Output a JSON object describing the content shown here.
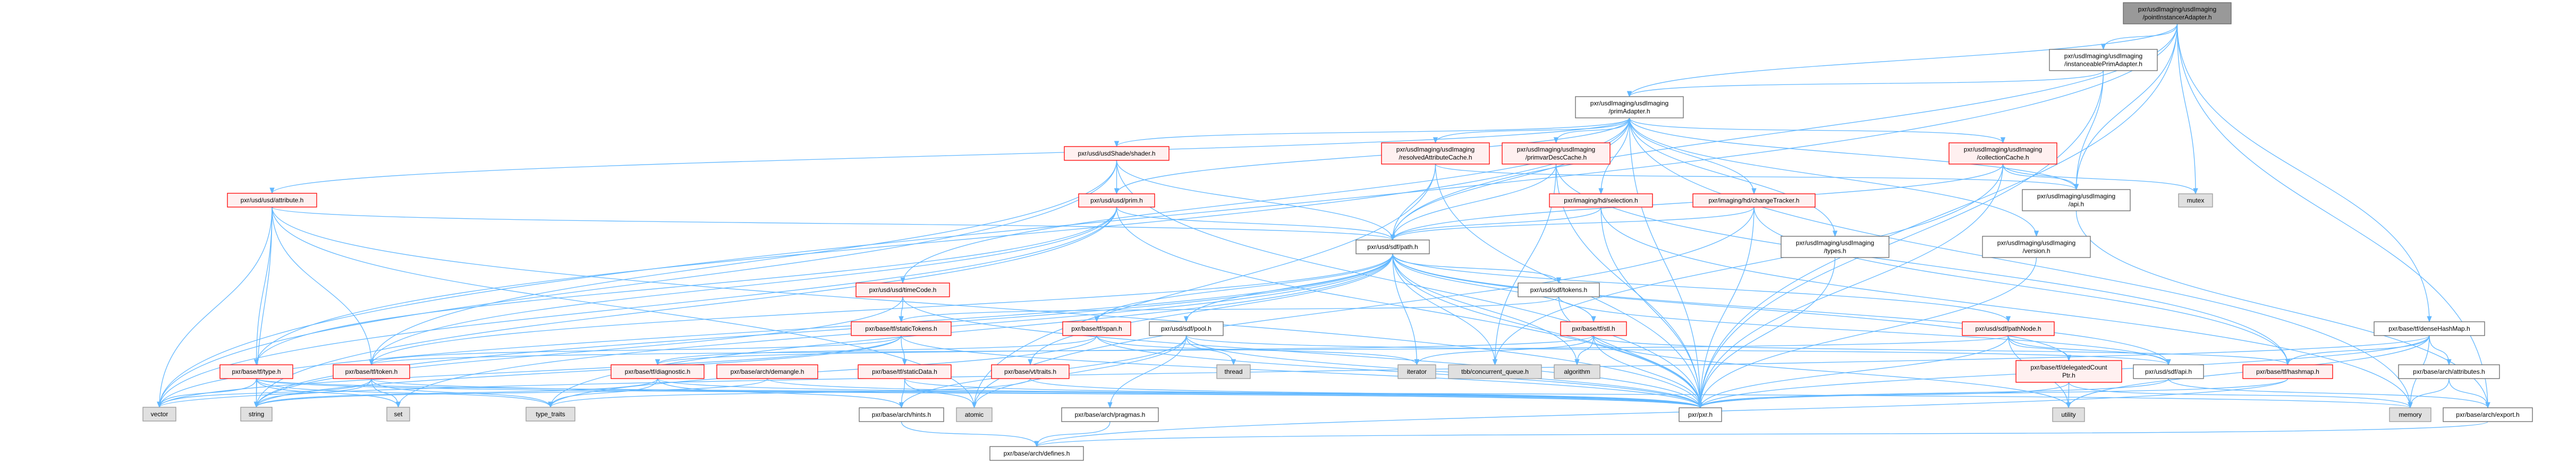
{
  "title": "pxr/usdImaging/usdImaging/pointInstancerAdapter.h",
  "colors": {
    "edge": "#63b8ff",
    "root_fill": "#999999",
    "red_border": "#ff0000",
    "red_fill": "#fff0f0",
    "system_fill": "#e0e0e0"
  },
  "nodes": [
    {
      "id": "pointInstancerAdapter",
      "kind": "root",
      "lines": [
        "pxr/usdImaging/usdImaging",
        "/pointInstancerAdapter.h"
      ]
    },
    {
      "id": "instanceablePrimAdapter",
      "kind": "white",
      "lines": [
        "pxr/usdImaging/usdImaging",
        "/instanceablePrimAdapter.h"
      ]
    },
    {
      "id": "primAdapter",
      "kind": "white",
      "lines": [
        "pxr/usdImaging/usdImaging",
        "/primAdapter.h"
      ]
    },
    {
      "id": "usdImagingApi",
      "kind": "white",
      "lines": [
        "pxr/usdImaging/usdImaging",
        "/api.h"
      ]
    },
    {
      "id": "mutex",
      "kind": "sys",
      "lines": [
        "mutex"
      ]
    },
    {
      "id": "collectionCache",
      "kind": "red",
      "lines": [
        "pxr/usdImaging/usdImaging",
        "/collectionCache.h"
      ]
    },
    {
      "id": "resolvedAttributeCache",
      "kind": "red",
      "lines": [
        "pxr/usdImaging/usdImaging",
        "/resolvedAttributeCache.h"
      ]
    },
    {
      "id": "primvarDescCache",
      "kind": "red",
      "lines": [
        "pxr/usdImaging/usdImaging",
        "/primvarDescCache.h"
      ]
    },
    {
      "id": "selection",
      "kind": "red",
      "lines": [
        "pxr/imaging/hd/selection.h"
      ]
    },
    {
      "id": "changeTracker",
      "kind": "red",
      "lines": [
        "pxr/imaging/hd/changeTracker.h"
      ]
    },
    {
      "id": "usdImagingTypes",
      "kind": "white",
      "lines": [
        "pxr/usdImaging/usdImaging",
        "/types.h"
      ]
    },
    {
      "id": "usdImagingVersion",
      "kind": "white",
      "lines": [
        "pxr/usdImaging/usdImaging",
        "/version.h"
      ]
    },
    {
      "id": "sdfPath",
      "kind": "white",
      "lines": [
        "pxr/usd/sdf/path.h"
      ]
    },
    {
      "id": "shader",
      "kind": "red",
      "lines": [
        "pxr/usd/usdShade/shader.h"
      ]
    },
    {
      "id": "usdPrim",
      "kind": "red",
      "lines": [
        "pxr/usd/usd/prim.h"
      ]
    },
    {
      "id": "usdAttribute",
      "kind": "red",
      "lines": [
        "pxr/usd/usd/attribute.h"
      ]
    },
    {
      "id": "timeCode",
      "kind": "red",
      "lines": [
        "pxr/usd/usd/timeCode.h"
      ]
    },
    {
      "id": "sdfTokens",
      "kind": "white",
      "lines": [
        "pxr/usd/sdf/tokens.h"
      ]
    },
    {
      "id": "staticTokens",
      "kind": "red",
      "lines": [
        "pxr/base/tf/staticTokens.h"
      ]
    },
    {
      "id": "span",
      "kind": "red",
      "lines": [
        "pxr/base/tf/span.h"
      ]
    },
    {
      "id": "pool",
      "kind": "white",
      "lines": [
        "pxr/usd/sdf/pool.h"
      ]
    },
    {
      "id": "stl",
      "kind": "red",
      "lines": [
        "pxr/base/tf/stl.h"
      ]
    },
    {
      "id": "pathNode",
      "kind": "red",
      "lines": [
        "pxr/usd/sdf/pathNode.h"
      ]
    },
    {
      "id": "denseHashMap",
      "kind": "white",
      "lines": [
        "pxr/base/tf/denseHashMap.h"
      ]
    },
    {
      "id": "tfType",
      "kind": "red",
      "lines": [
        "pxr/base/tf/type.h"
      ]
    },
    {
      "id": "tfToken",
      "kind": "red",
      "lines": [
        "pxr/base/tf/token.h"
      ]
    },
    {
      "id": "diagnostic",
      "kind": "red",
      "lines": [
        "pxr/base/tf/diagnostic.h"
      ]
    },
    {
      "id": "demangle",
      "kind": "red",
      "lines": [
        "pxr/base/arch/demangle.h"
      ]
    },
    {
      "id": "staticData",
      "kind": "red",
      "lines": [
        "pxr/base/tf/staticData.h"
      ]
    },
    {
      "id": "vtTraits",
      "kind": "red",
      "lines": [
        "pxr/base/vt/traits.h"
      ]
    },
    {
      "id": "thread",
      "kind": "sys",
      "lines": [
        "thread"
      ]
    },
    {
      "id": "iterator",
      "kind": "sys",
      "lines": [
        "iterator"
      ]
    },
    {
      "id": "tbbQueue",
      "kind": "sys",
      "lines": [
        "tbb/concurrent_queue.h"
      ]
    },
    {
      "id": "algorithm",
      "kind": "sys",
      "lines": [
        "algorithm"
      ]
    },
    {
      "id": "delegatedCountPtr",
      "kind": "red",
      "lines": [
        "pxr/base/tf/delegatedCount",
        "Ptr.h"
      ]
    },
    {
      "id": "sdfApi",
      "kind": "white",
      "lines": [
        "pxr/usd/sdf/api.h"
      ]
    },
    {
      "id": "hashmap",
      "kind": "red",
      "lines": [
        "pxr/base/tf/hashmap.h"
      ]
    },
    {
      "id": "archAttributes",
      "kind": "white",
      "lines": [
        "pxr/base/arch/attributes.h"
      ]
    },
    {
      "id": "vector",
      "kind": "sys",
      "lines": [
        "vector"
      ]
    },
    {
      "id": "string",
      "kind": "sys",
      "lines": [
        "string"
      ]
    },
    {
      "id": "set",
      "kind": "sys",
      "lines": [
        "set"
      ]
    },
    {
      "id": "typeTraits",
      "kind": "sys",
      "lines": [
        "type_traits"
      ]
    },
    {
      "id": "hints",
      "kind": "white",
      "lines": [
        "pxr/base/arch/hints.h"
      ]
    },
    {
      "id": "atomic",
      "kind": "sys",
      "lines": [
        "atomic"
      ]
    },
    {
      "id": "pragmas",
      "kind": "white",
      "lines": [
        "pxr/base/arch/pragmas.h"
      ]
    },
    {
      "id": "pxr",
      "kind": "white",
      "lines": [
        "pxr/pxr.h"
      ]
    },
    {
      "id": "utility",
      "kind": "sys",
      "lines": [
        "utility"
      ]
    },
    {
      "id": "memory",
      "kind": "sys",
      "lines": [
        "memory"
      ]
    },
    {
      "id": "export",
      "kind": "white",
      "lines": [
        "pxr/base/arch/export.h"
      ]
    },
    {
      "id": "defines",
      "kind": "white",
      "lines": [
        "pxr/base/arch/defines.h"
      ]
    }
  ],
  "edges": [
    [
      "pointInstancerAdapter",
      "instanceablePrimAdapter"
    ],
    [
      "pointInstancerAdapter",
      "usdImagingApi"
    ],
    [
      "pointInstancerAdapter",
      "mutex"
    ],
    [
      "pointInstancerAdapter",
      "primAdapter"
    ],
    [
      "pointInstancerAdapter",
      "sdfPath"
    ],
    [
      "pointInstancerAdapter",
      "pxr"
    ],
    [
      "pointInstancerAdapter",
      "denseHashMap"
    ],
    [
      "pointInstancerAdapter",
      "vector"
    ],
    [
      "pointInstancerAdapter",
      "export"
    ],
    [
      "instanceablePrimAdapter",
      "primAdapter"
    ],
    [
      "instanceablePrimAdapter",
      "usdImagingApi"
    ],
    [
      "instanceablePrimAdapter",
      "pxr"
    ],
    [
      "primAdapter",
      "usdImagingApi"
    ],
    [
      "primAdapter",
      "collectionCache"
    ],
    [
      "primAdapter",
      "resolvedAttributeCache"
    ],
    [
      "primAdapter",
      "primvarDescCache"
    ],
    [
      "primAdapter",
      "selection"
    ],
    [
      "primAdapter",
      "changeTracker"
    ],
    [
      "primAdapter",
      "usdImagingTypes"
    ],
    [
      "primAdapter",
      "usdImagingVersion"
    ],
    [
      "primAdapter",
      "sdfPath"
    ],
    [
      "primAdapter",
      "shader"
    ],
    [
      "primAdapter",
      "usdPrim"
    ],
    [
      "primAdapter",
      "usdAttribute"
    ],
    [
      "primAdapter",
      "timeCode"
    ],
    [
      "primAdapter",
      "pxr"
    ],
    [
      "primAdapter",
      "tfType"
    ],
    [
      "primAdapter",
      "memory"
    ],
    [
      "collectionCache",
      "usdImagingApi"
    ],
    [
      "collectionCache",
      "mutex"
    ],
    [
      "collectionCache",
      "sdfPath"
    ],
    [
      "collectionCache",
      "pxr"
    ],
    [
      "collectionCache",
      "tbbQueue"
    ],
    [
      "resolvedAttributeCache",
      "sdfPath"
    ],
    [
      "resolvedAttributeCache",
      "usdImagingApi"
    ],
    [
      "resolvedAttributeCache",
      "pxr"
    ],
    [
      "resolvedAttributeCache",
      "atomic"
    ],
    [
      "primvarDescCache",
      "sdfPath"
    ],
    [
      "primvarDescCache",
      "pxr"
    ],
    [
      "primvarDescCache",
      "tbbQueue"
    ],
    [
      "primvarDescCache",
      "hashmap"
    ],
    [
      "selection",
      "sdfPath"
    ],
    [
      "selection",
      "pxr"
    ],
    [
      "selection",
      "memory"
    ],
    [
      "changeTracker",
      "sdfPath"
    ],
    [
      "changeTracker",
      "pxr"
    ],
    [
      "changeTracker",
      "atomic"
    ],
    [
      "changeTracker",
      "hashmap"
    ],
    [
      "usdImagingTypes",
      "pxr"
    ],
    [
      "usdImagingVersion",
      "pxr"
    ],
    [
      "sdfPath",
      "sdfTokens"
    ],
    [
      "sdfPath",
      "stl"
    ],
    [
      "sdfPath",
      "pathNode"
    ],
    [
      "sdfPath",
      "sdfApi"
    ],
    [
      "sdfPath",
      "tfToken"
    ],
    [
      "sdfPath",
      "pool"
    ],
    [
      "sdfPath",
      "span"
    ],
    [
      "sdfPath",
      "vtTraits"
    ],
    [
      "sdfPath",
      "iterator"
    ],
    [
      "sdfPath",
      "algorithm"
    ],
    [
      "sdfPath",
      "vector"
    ],
    [
      "sdfPath",
      "string"
    ],
    [
      "sdfPath",
      "set"
    ],
    [
      "sdfPath",
      "pxr"
    ],
    [
      "sdfPath",
      "typeTraits"
    ],
    [
      "sdfPath",
      "delegatedCountPtr"
    ],
    [
      "sdfPath",
      "tbbQueue"
    ],
    [
      "shader",
      "usdPrim"
    ],
    [
      "shader",
      "sdfPath"
    ],
    [
      "shader",
      "tfToken"
    ],
    [
      "shader",
      "pxr"
    ],
    [
      "shader",
      "vector"
    ],
    [
      "usdPrim",
      "sdfPath"
    ],
    [
      "usdPrim",
      "tfToken"
    ],
    [
      "usdPrim",
      "pxr"
    ],
    [
      "usdPrim",
      "vector"
    ],
    [
      "usdPrim",
      "tfType"
    ],
    [
      "usdPrim",
      "string"
    ],
    [
      "usdAttribute",
      "sdfPath"
    ],
    [
      "usdAttribute",
      "tfToken"
    ],
    [
      "usdAttribute",
      "tfType"
    ],
    [
      "usdAttribute",
      "pxr"
    ],
    [
      "usdAttribute",
      "vector"
    ],
    [
      "usdAttribute",
      "string"
    ],
    [
      "usdAttribute",
      "atomic"
    ],
    [
      "timeCode",
      "staticTokens"
    ],
    [
      "timeCode",
      "pxr"
    ],
    [
      "timeCode",
      "string"
    ],
    [
      "sdfTokens",
      "staticTokens"
    ],
    [
      "sdfTokens",
      "pxr"
    ],
    [
      "sdfTokens",
      "sdfApi"
    ],
    [
      "staticTokens",
      "staticData"
    ],
    [
      "staticTokens",
      "tfToken"
    ],
    [
      "staticTokens",
      "pxr"
    ],
    [
      "staticTokens",
      "vector"
    ],
    [
      "staticTokens",
      "string"
    ],
    [
      "span",
      "diagnostic"
    ],
    [
      "span",
      "pxr"
    ],
    [
      "span",
      "iterator"
    ],
    [
      "span",
      "typeTraits"
    ],
    [
      "pool",
      "sdfApi"
    ],
    [
      "pool",
      "atomic"
    ],
    [
      "pool",
      "hints"
    ],
    [
      "pool",
      "pragmas"
    ],
    [
      "pool",
      "thread"
    ],
    [
      "pool",
      "pxr"
    ],
    [
      "stl",
      "diagnostic"
    ],
    [
      "stl",
      "hashmap"
    ],
    [
      "stl",
      "iterator"
    ],
    [
      "stl",
      "algorithm"
    ],
    [
      "stl",
      "pxr"
    ],
    [
      "stl",
      "utility"
    ],
    [
      "pathNode",
      "delegatedCountPtr"
    ],
    [
      "pathNode",
      "sdfApi"
    ],
    [
      "pathNode",
      "tfToken"
    ],
    [
      "pathNode",
      "utility"
    ],
    [
      "pathNode",
      "pxr"
    ],
    [
      "denseHashMap",
      "hashmap"
    ],
    [
      "denseHashMap",
      "archAttributes"
    ],
    [
      "denseHashMap",
      "pxr"
    ],
    [
      "denseHashMap",
      "memory"
    ],
    [
      "denseHashMap",
      "utility"
    ],
    [
      "denseHashMap",
      "vector"
    ],
    [
      "tfType",
      "vector"
    ],
    [
      "tfType",
      "string"
    ],
    [
      "tfType",
      "set"
    ],
    [
      "tfType",
      "typeTraits"
    ],
    [
      "tfType",
      "pxr"
    ],
    [
      "tfType",
      "memory"
    ],
    [
      "tfToken",
      "vector"
    ],
    [
      "tfToken",
      "string"
    ],
    [
      "tfToken",
      "set"
    ],
    [
      "tfToken",
      "pxr"
    ],
    [
      "tfToken",
      "typeTraits"
    ],
    [
      "diagnostic",
      "string"
    ],
    [
      "diagnostic",
      "pxr"
    ],
    [
      "diagnostic",
      "typeTraits"
    ],
    [
      "diagnostic",
      "hints"
    ],
    [
      "demangle",
      "string"
    ],
    [
      "demangle",
      "pxr"
    ],
    [
      "staticData",
      "hints"
    ],
    [
      "staticData",
      "atomic"
    ],
    [
      "staticData",
      "pxr"
    ],
    [
      "vtTraits",
      "typeTraits"
    ],
    [
      "vtTraits",
      "pxr"
    ],
    [
      "delegatedCountPtr",
      "utility"
    ],
    [
      "delegatedCountPtr",
      "pxr"
    ],
    [
      "delegatedCountPtr",
      "memory"
    ],
    [
      "sdfApi",
      "pxr"
    ],
    [
      "sdfApi",
      "export"
    ],
    [
      "hashmap",
      "pxr"
    ],
    [
      "hashmap",
      "defines"
    ],
    [
      "archAttributes",
      "export"
    ],
    [
      "archAttributes",
      "memory"
    ],
    [
      "hints",
      "defines"
    ],
    [
      "pragmas",
      "defines"
    ],
    [
      "export",
      "defines"
    ],
    [
      "usdImagingApi",
      "export"
    ]
  ]
}
